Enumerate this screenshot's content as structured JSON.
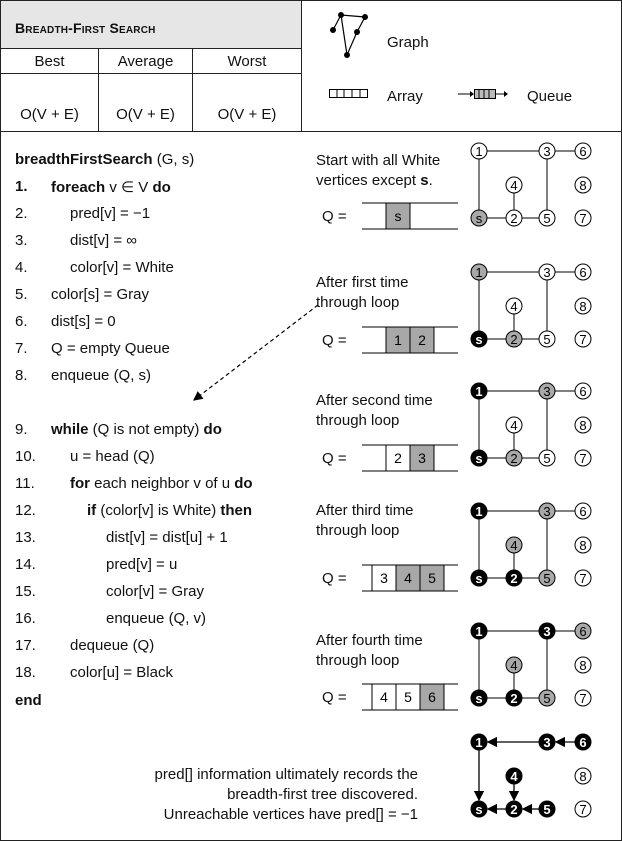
{
  "header": {
    "title": "Breadth-First Search",
    "columns": [
      "Best",
      "Average",
      "Worst"
    ],
    "complexities": [
      "O(V + E)",
      "O(V + E)",
      "O(V + E)"
    ]
  },
  "legend": {
    "graph": "Graph",
    "array": "Array",
    "queue": "Queue"
  },
  "code": {
    "signature_name": "breadthFirstSearch",
    "signature_args": " (G, s)",
    "lines": [
      {
        "n": "1.",
        "kw": "foreach",
        "text": " v ∈ V ",
        "kw2": "do"
      },
      {
        "n": "2.",
        "text": "pred[v] = −1"
      },
      {
        "n": "3.",
        "text": "dist[v] = ∞"
      },
      {
        "n": "4.",
        "text": "color[v] = White"
      },
      {
        "n": "5.",
        "text": "color[s] = Gray"
      },
      {
        "n": "6.",
        "text": "dist[s] = 0"
      },
      {
        "n": "7.",
        "text": "Q = empty Queue"
      },
      {
        "n": "8.",
        "text": "enqueue (Q, s)"
      },
      {
        "n": "9.",
        "kw": "while",
        "text": " (Q is not empty) ",
        "kw2": "do"
      },
      {
        "n": "10.",
        "text": "u = head (Q)"
      },
      {
        "n": "11.",
        "kw": "for",
        "text": " each neighbor v of u ",
        "kw2": "do"
      },
      {
        "n": "12.",
        "kw": "if",
        "text": " (color[v] is White) ",
        "kw2": "then"
      },
      {
        "n": "13.",
        "text": "dist[v] = dist[u] + 1"
      },
      {
        "n": "14.",
        "text": "pred[v] = u"
      },
      {
        "n": "15.",
        "text": "color[v] = Gray"
      },
      {
        "n": "16.",
        "text": "enqueue (Q, v)"
      },
      {
        "n": "17.",
        "text": "dequeue (Q)"
      },
      {
        "n": "18.",
        "text": "color[u] = Black"
      }
    ],
    "end": "end"
  },
  "steps": [
    {
      "caption": [
        "Start with all White",
        "vertices except s."
      ],
      "queue_label": "Q =",
      "queue": [
        "s"
      ]
    },
    {
      "caption": [
        "After first time",
        "through loop"
      ],
      "queue_label": "Q =",
      "queue": [
        "1",
        "2"
      ]
    },
    {
      "caption": [
        "After second time",
        "through loop"
      ],
      "queue_label": "Q =",
      "queue": [
        "2",
        "3"
      ]
    },
    {
      "caption": [
        "After third time",
        "through loop"
      ],
      "queue_label": "Q =",
      "queue": [
        "3",
        "4",
        "5"
      ]
    },
    {
      "caption": [
        "After fourth time",
        "through loop"
      ],
      "queue_label": "Q =",
      "queue": [
        "4",
        "5",
        "6"
      ]
    }
  ],
  "footer": {
    "lines": [
      "pred[] information ultimately records the",
      "breadth-first tree discovered.",
      "Unreachable vertices have pred[] = −1"
    ]
  },
  "vertex_labels": [
    "1",
    "3",
    "6",
    "4",
    "8",
    "s",
    "2",
    "5",
    "7"
  ],
  "colors": {
    "white": "#ffffff",
    "gray": "#a8a8a8",
    "black": "#000000",
    "header_bg": "#e6e6e6"
  }
}
